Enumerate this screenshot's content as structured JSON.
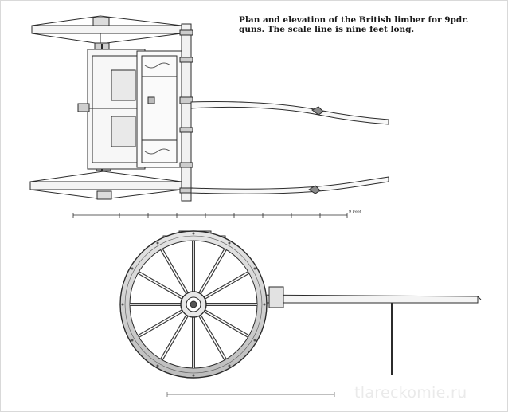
{
  "caption": "Plan and elevation of the British limber for 9pdr. guns. The scale line is nine feet long.",
  "scale_end_label": "9 Feet",
  "watermark": "tlareckomie.ru",
  "colors": {
    "ink": "#2b2b2b",
    "paper": "#ffffff",
    "shade": "#6a6a6a",
    "watermark": "#eaeaea"
  }
}
